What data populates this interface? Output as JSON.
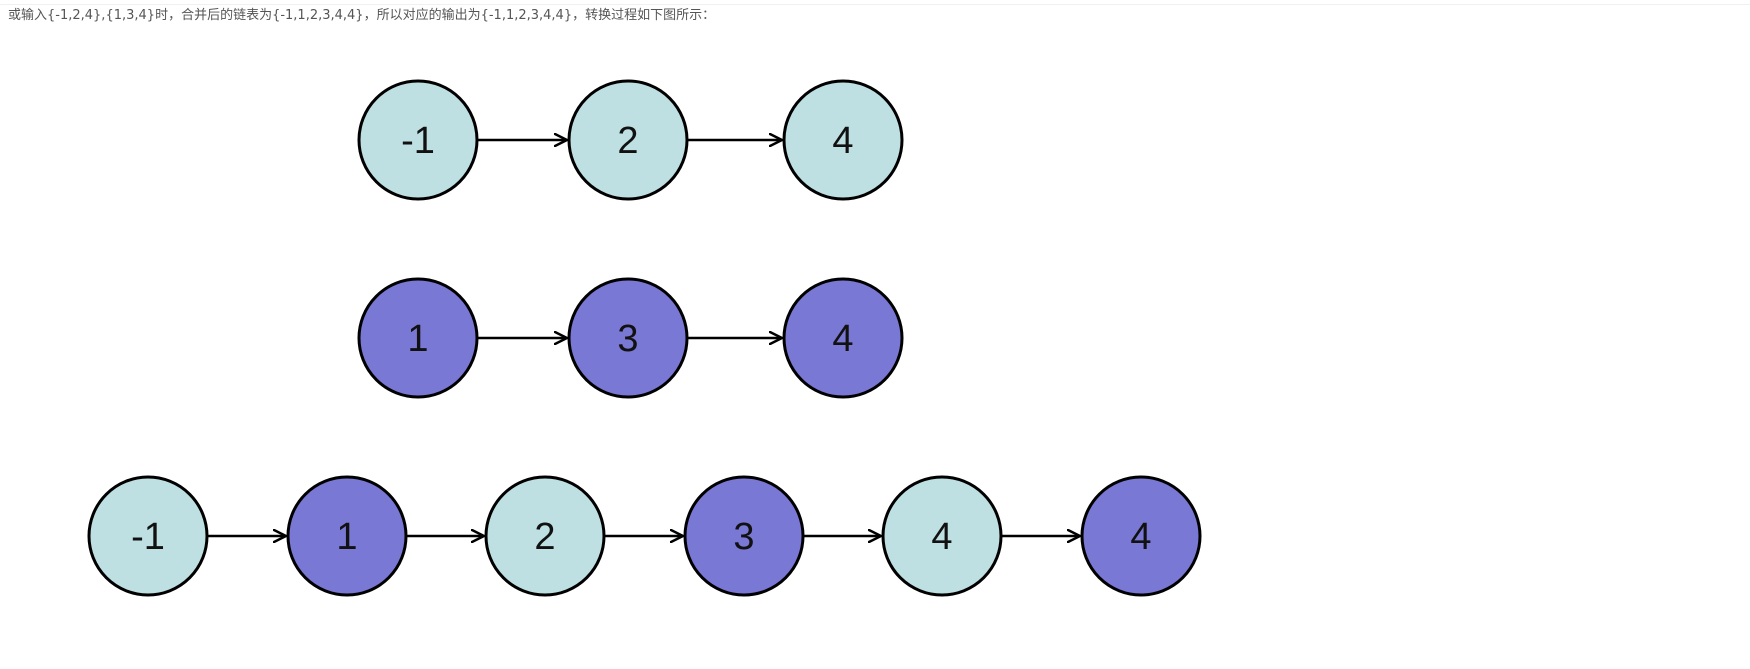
{
  "caption": "或输入{-1,2,4},{1,3,4}时，合并后的链表为{-1,1,2,3,4,4}，所以对应的输出为{-1,1,2,3,4,4}，转换过程如下图所示：",
  "colors": {
    "list_a": "#bfe0e2",
    "list_b": "#7a78d5",
    "stroke": "#000000",
    "caption_text": "#555555"
  },
  "lists": [
    {
      "name": "list-a",
      "nodes": [
        {
          "value": "-1",
          "color": "#bfe0e2"
        },
        {
          "value": "2",
          "color": "#bfe0e2"
        },
        {
          "value": "4",
          "color": "#bfe0e2"
        }
      ]
    },
    {
      "name": "list-b",
      "nodes": [
        {
          "value": "1",
          "color": "#7a78d5"
        },
        {
          "value": "3",
          "color": "#7a78d5"
        },
        {
          "value": "4",
          "color": "#7a78d5"
        }
      ]
    },
    {
      "name": "merged-list",
      "nodes": [
        {
          "value": "-1",
          "color": "#bfe0e2"
        },
        {
          "value": "1",
          "color": "#7a78d5"
        },
        {
          "value": "2",
          "color": "#bfe0e2"
        },
        {
          "value": "3",
          "color": "#7a78d5"
        },
        {
          "value": "4",
          "color": "#bfe0e2"
        },
        {
          "value": "4",
          "color": "#7a78d5"
        }
      ]
    }
  ]
}
